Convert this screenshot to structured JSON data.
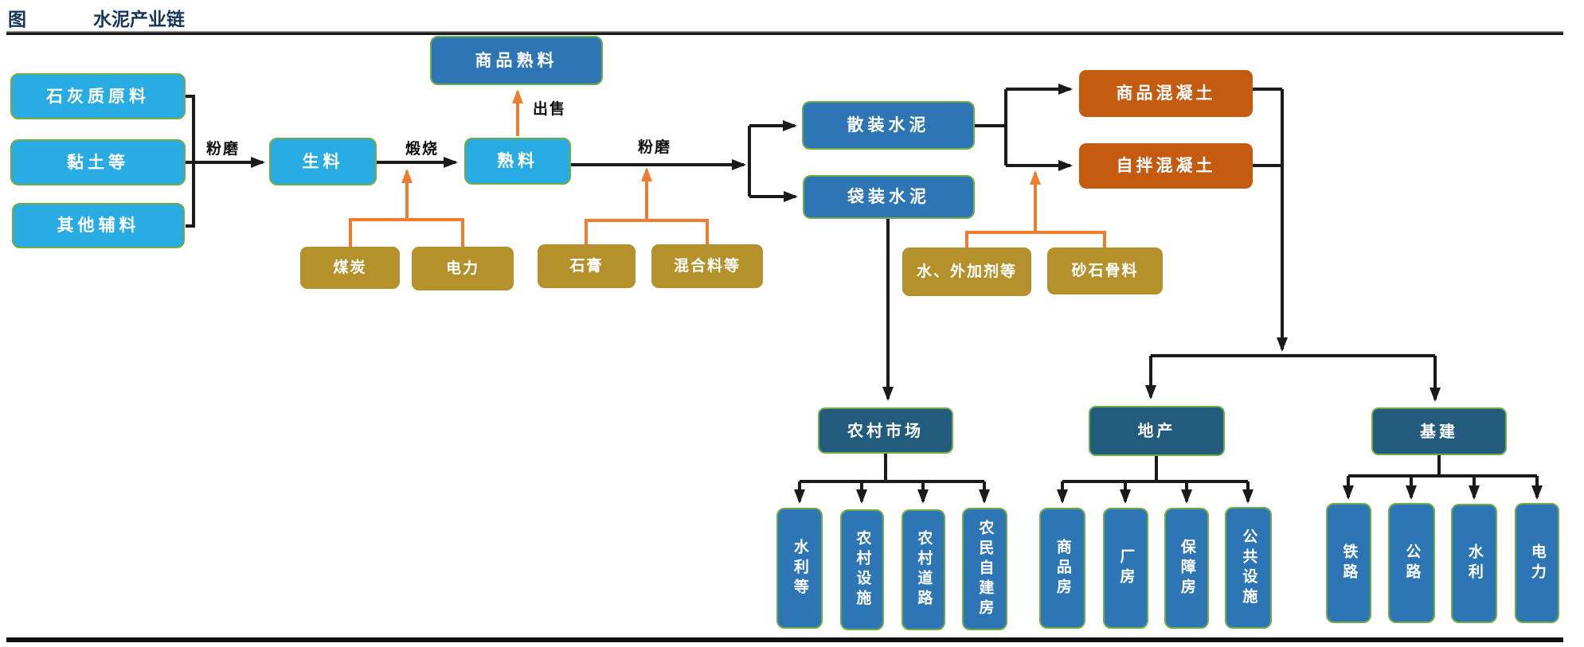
{
  "title": {
    "prefix": "图",
    "text": "水泥产业链"
  },
  "colors": {
    "title_color": "#17365D",
    "cyan": "#29ACE3",
    "blue": "#2E75B6",
    "navy": "#235B7D",
    "gold": "#B5912C",
    "orange_box": "#C55A11",
    "orange_line": "#ED7D31",
    "green_border": "#70AD47",
    "black_line": "#1A1A1A"
  },
  "edge_labels": {
    "grinding_1": "粉磨",
    "calcination": "煅烧",
    "sell": "出售",
    "grinding_2": "粉磨"
  },
  "nodes": {
    "limestone": "石灰质原料",
    "clay": "黏土等",
    "other_auxiliary": "其他辅料",
    "raw_meal": "生料",
    "clinker": "熟料",
    "commodity_clinker": "商品熟料",
    "bulk_cement": "散装水泥",
    "bagged_cement": "袋装水泥",
    "coal": "煤炭",
    "electricity": "电力",
    "gypsum": "石膏",
    "mixed_materials": "混合料等",
    "water_additives": "水、外加剂等",
    "sand_aggregate": "砂石骨料",
    "commercial_concrete": "商品混凝土",
    "self_mixed_concrete": "自拌混凝土",
    "rural_market": "农村市场",
    "real_estate": "地产",
    "infrastructure": "基建",
    "rural_water": "水利等",
    "rural_facilities": "农村设施",
    "rural_roads": "农村道路",
    "rural_self_built": "农民自建房",
    "commodity_housing": "商品房",
    "factory_housing": "厂房",
    "affordable_housing": "保障房",
    "public_facilities": "公共设施",
    "railway": "铁路",
    "highway": "公路",
    "water_conservancy": "水利",
    "electric_power": "电力"
  }
}
